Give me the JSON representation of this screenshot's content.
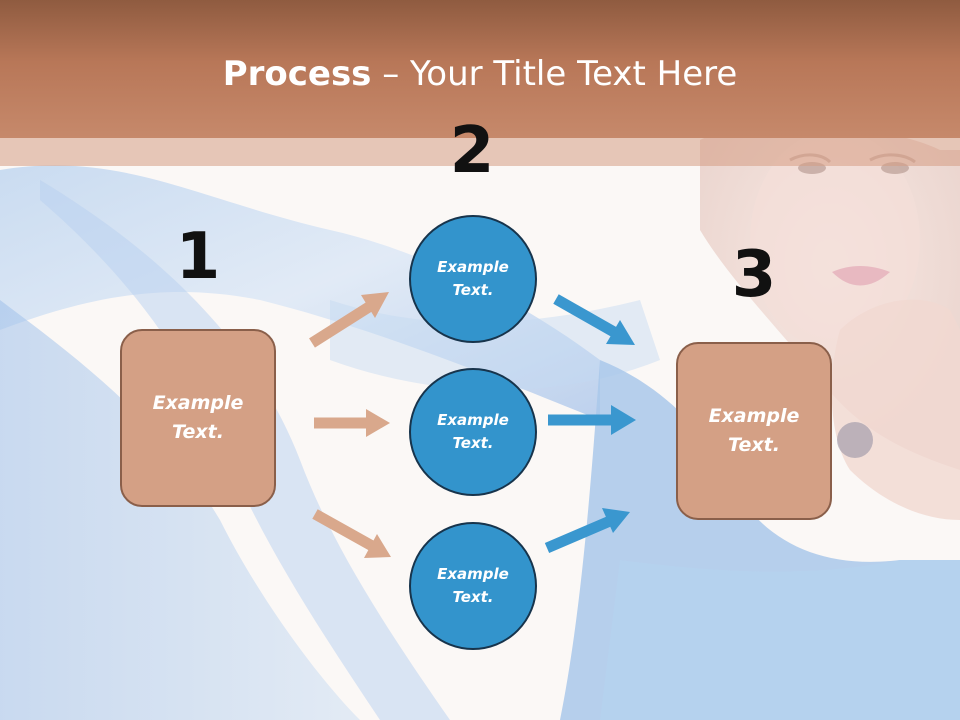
{
  "slide": {
    "title_bold": "Process",
    "title_rest": " – Your Title Text Here"
  },
  "steps": {
    "num1": "1",
    "num2": "2",
    "num3": "3"
  },
  "shapes": {
    "box_left": "Example\nText.",
    "circle_top": "Example\nText.",
    "circle_middle": "Example\nText.",
    "circle_bottom": "Example\nText.",
    "box_right": "Example\nText."
  },
  "colors": {
    "header": "#b87758",
    "box_fill": "#d4a085",
    "circle_fill": "#3394cc",
    "arrow_tan": "#d9a88c",
    "arrow_blue": "#3a97cf"
  }
}
